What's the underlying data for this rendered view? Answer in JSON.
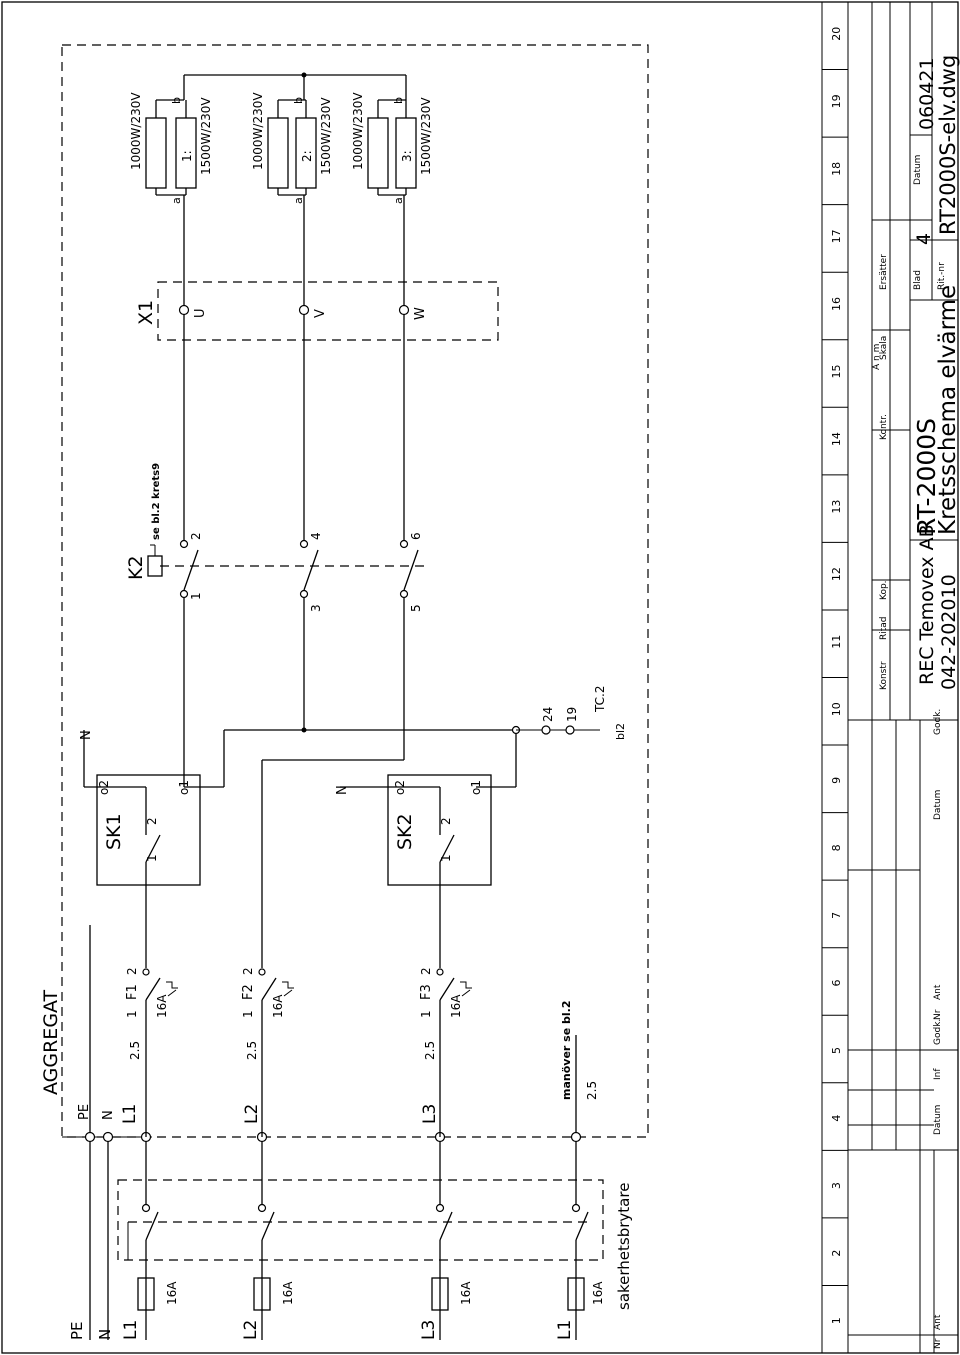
{
  "title": "AGGREGAT",
  "safety_switch": {
    "label": "sakerhetsbrytare"
  },
  "incoming": {
    "labels": [
      "PE",
      "N",
      "L1",
      "L2",
      "L3",
      "L1"
    ],
    "fuses": [
      "16A",
      "16A",
      "16A",
      "16A"
    ]
  },
  "supply_terminals": [
    "PE",
    "N",
    "L1",
    "L2",
    "L3"
  ],
  "wire_sizes": [
    "2.5",
    "2.5",
    "2.5",
    "2.5"
  ],
  "control_note": "manöver se bl.2",
  "breakers": [
    {
      "name": "F1",
      "pin1": "1",
      "pin2": "2",
      "rating": "16A"
    },
    {
      "name": "F2",
      "pin1": "1",
      "pin2": "2",
      "rating": "16A"
    },
    {
      "name": "F3",
      "pin1": "1",
      "pin2": "2",
      "rating": "16A"
    }
  ],
  "thermostats": [
    {
      "name": "SK1",
      "c1": "1",
      "c2": "2",
      "t1": "ο2",
      "t2": "ο1",
      "n": "N"
    },
    {
      "name": "SK2",
      "c1": "1",
      "c2": "2",
      "t1": "ο2",
      "t2": "ο1",
      "n": "N"
    }
  ],
  "tc_terminals": {
    "t24": "24",
    "t19": "19",
    "name": "TC.2",
    "ref": "bl2"
  },
  "contactor": {
    "name": "K2",
    "note": "se bl.2 krets9",
    "pins": [
      "1",
      "2",
      "3",
      "4",
      "5",
      "6"
    ]
  },
  "terminal_block": {
    "name": "X1",
    "terms": [
      "U",
      "V",
      "W"
    ]
  },
  "heaters": [
    {
      "label": "1:",
      "r1": "1000W/230V",
      "r2": "1500W/230V",
      "a": "a",
      "b": "b"
    },
    {
      "label": "2:",
      "r1": "1000W/230V",
      "r2": "1500W/230V",
      "a": "a",
      "b": "b"
    },
    {
      "label": "3:",
      "r1": "1000W/230V",
      "r2": "1500W/230V",
      "a": "a",
      "b": "b"
    }
  ],
  "grid_numbers": [
    "1",
    "2",
    "3",
    "4",
    "5",
    "6",
    "7",
    "8",
    "9",
    "10",
    "11",
    "12",
    "13",
    "14",
    "15",
    "16",
    "17",
    "18",
    "19",
    "20"
  ],
  "title_block": {
    "nr": "Nr",
    "ant": "Ant",
    "rev_headers": [
      "Datum",
      "Inf",
      "Godk.",
      "Nr",
      "Ant"
    ],
    "datum2": "Datum",
    "godk": "Godk.",
    "konstr": "Konstr",
    "ritad": "Ritad",
    "kop": "Kop.",
    "kontr": "Kontr.",
    "skala": "Skala",
    "anm": "A n m",
    "ersatter": "Ersätter",
    "company": "REC Temovex AB",
    "doc_no": "042-202010",
    "product": "RT-2000S",
    "drawing_title": "Kretsschema elvärme",
    "blad_label": "Blad",
    "blad": "4",
    "datum_label": "Datum",
    "date": "060421",
    "ritnr_label": "Rit.-nr",
    "file": "RT2000S-elv.dwg"
  }
}
